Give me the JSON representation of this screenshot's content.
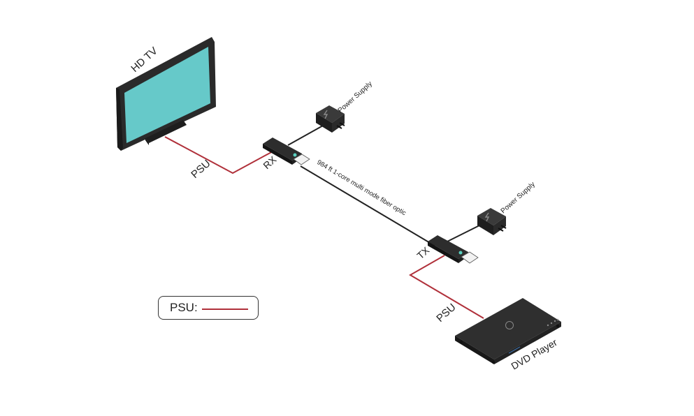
{
  "devices": {
    "tv": {
      "label": "HD TV"
    },
    "dvd": {
      "label": "DVD Player"
    },
    "rx": {
      "label": "RX"
    },
    "tx": {
      "label": "TX"
    },
    "psu_rx": {
      "label": "Power Supply"
    },
    "psu_tx": {
      "label": "Power Supply"
    }
  },
  "cables": {
    "fiber": {
      "label": "984 ft 1-core multi mode fiber optic"
    },
    "psu_tv": {
      "label": "PSU"
    },
    "psu_dvd": {
      "label": "PSU"
    }
  },
  "legend": {
    "label": "PSU:"
  },
  "colors": {
    "psu_line": "#b0303a",
    "screen": "#66c9c9",
    "device_dark": "#2b2b2b"
  }
}
